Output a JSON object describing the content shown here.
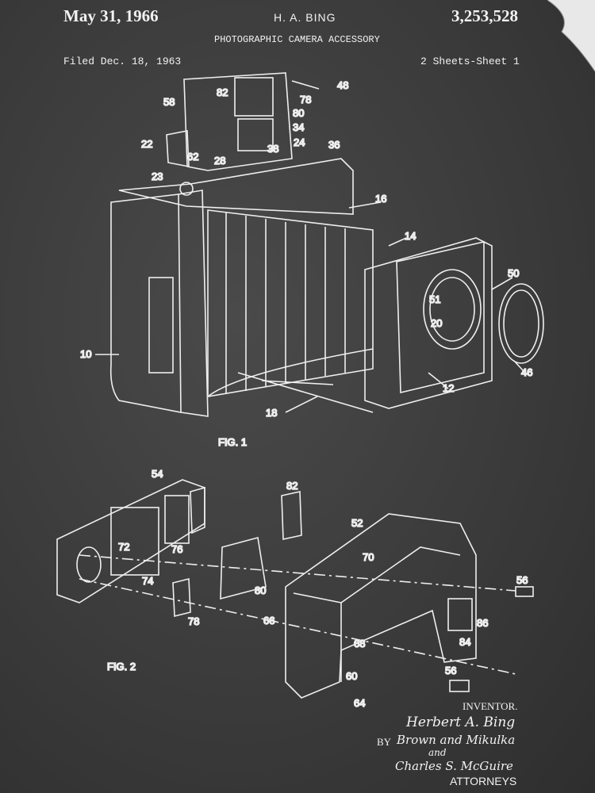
{
  "header": {
    "date": "May 31, 1966",
    "inventor_name": "H. A. BING",
    "patent_number": "3,253,528",
    "title": "PHOTOGRAPHIC CAMERA ACCESSORY",
    "filed": "Filed Dec. 18, 1963",
    "sheets": "2 Sheets-Sheet 1"
  },
  "figures": {
    "fig1": "FIG. 1",
    "fig2": "FIG. 2"
  },
  "labels": [
    "48",
    "82",
    "78",
    "58",
    "80",
    "34",
    "22",
    "62",
    "38",
    "24",
    "36",
    "28",
    "23",
    "16",
    "14",
    "50",
    "51",
    "20",
    "10",
    "46",
    "12",
    "18",
    "54",
    "82",
    "52",
    "70",
    "72",
    "76",
    "74",
    "80",
    "56",
    "78",
    "66",
    "86",
    "68",
    "84",
    "60",
    "56",
    "64"
  ],
  "footer": {
    "inventor_label": "INVENTOR.",
    "inventor_signature": "Herbert A. Bing",
    "by": "BY",
    "attorney_signature_1": "Brown and Mikulka",
    "and": "and",
    "attorney_signature_2": "Charles S. McGuire",
    "attorneys_label": "ATTORNEYS"
  },
  "colors": {
    "background": "#3b3b3b",
    "ink": "#f2f2f2"
  }
}
